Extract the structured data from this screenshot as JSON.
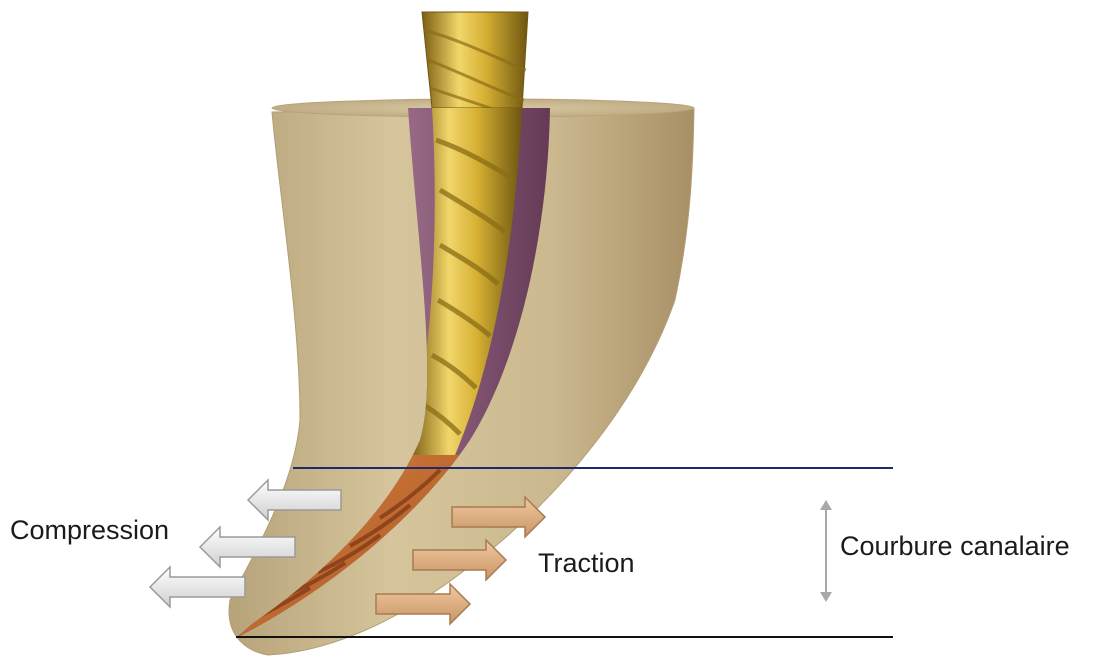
{
  "labels": {
    "compression": "Compression",
    "traction": "Traction",
    "courbure": "Courbure canalaire"
  },
  "colors": {
    "dentin": "#cbb98f",
    "dentin_dark": "#a8916a",
    "canal": "#7b4a6e",
    "file_gold": "#d9b53a",
    "file_tip": "#c96a2c",
    "upper_line": "#1f2a6b",
    "lower_line": "#111111",
    "compression_arrow": "#e6e6e6",
    "traction_arrow": "#e0b489",
    "dimension_arrow": "#a8a8a8"
  },
  "icons": {
    "compression_arrows": "arrow-left-icon",
    "traction_arrows": "arrow-right-icon",
    "dimension": "double-arrow-vertical-icon"
  }
}
